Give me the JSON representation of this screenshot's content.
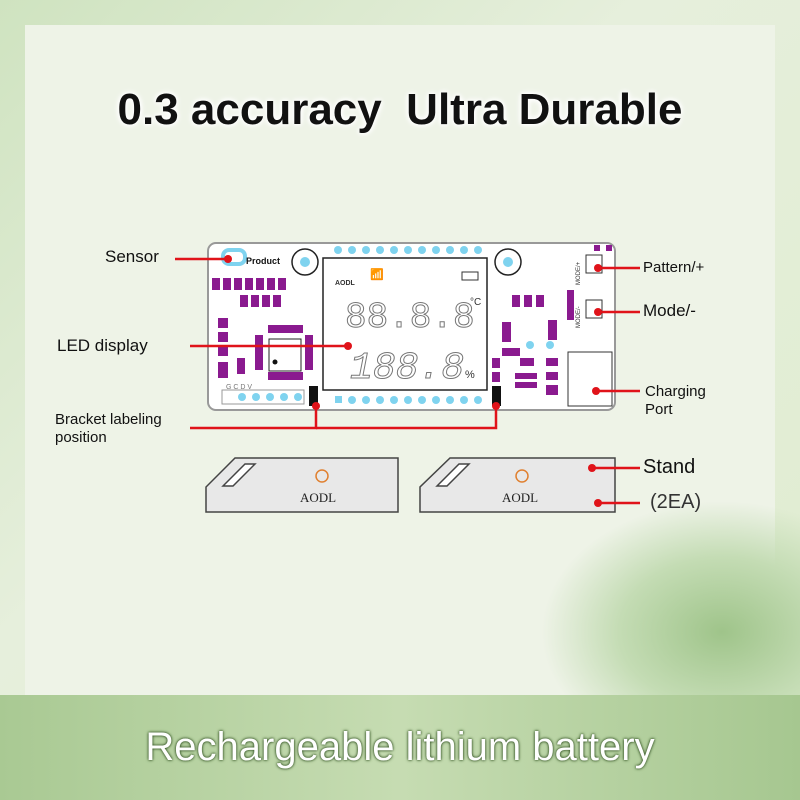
{
  "headline": "0.3 accuracy  Ultra Durable",
  "footer": "Rechargeable lithium battery",
  "labels": {
    "sensor": "Sensor",
    "led_display": "LED display",
    "bracket_line1": "Bracket labeling",
    "bracket_line2": "position",
    "pattern": "Pattern/+",
    "mode": "Mode/-",
    "charging_line1": "Charging",
    "charging_line2": "Port",
    "stand": "Stand",
    "qty": "(2EA)"
  },
  "board": {
    "product": "Product",
    "brand": "AODL",
    "pins": "G C D V",
    "mode_plus": "MODE/+",
    "mode_minus": "MODE/-",
    "temp_unit": "°C",
    "hum_unit": "%",
    "digits_top": "88.8.8",
    "digits_bottom": "188.8"
  },
  "stand_brand": "AODL",
  "colors": {
    "accent": "#e0131a",
    "component": "#8a1a8f",
    "pad": "#7fd3ef"
  }
}
